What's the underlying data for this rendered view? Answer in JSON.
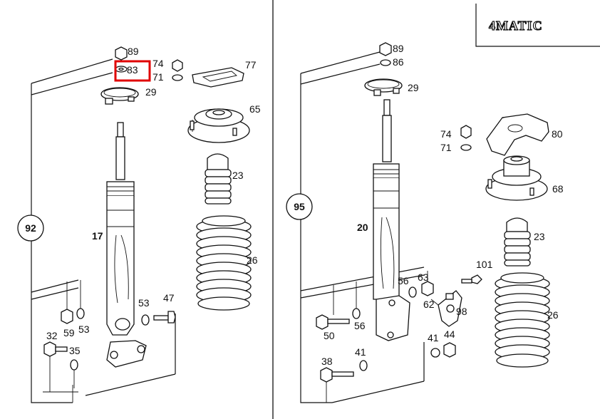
{
  "logo": {
    "text": "4MATIC"
  },
  "highlight_color": "#e00000",
  "left_panel": {
    "assembly_number": "92",
    "parts": {
      "p89": "89",
      "p83": "83",
      "p29": "29",
      "p74": "74",
      "p71": "71",
      "p77": "77",
      "p65": "65",
      "p23": "23",
      "p26": "26",
      "p17": "17",
      "p53a": "53",
      "p47": "47",
      "p59": "59",
      "p53b": "53",
      "p32": "32",
      "p35": "35"
    }
  },
  "right_panel": {
    "assembly_number": "95",
    "parts": {
      "p89": "89",
      "p86": "86",
      "p29": "29",
      "p74": "74",
      "p71": "71",
      "p80": "80",
      "p68": "68",
      "p23": "23",
      "p26": "26",
      "p20": "20",
      "p56a": "56",
      "p63": "63",
      "p101": "101",
      "p62": "62",
      "p98": "98",
      "p50": "50",
      "p56b": "56",
      "p41a": "41",
      "p44": "44",
      "p38": "38",
      "p41b": "41"
    }
  }
}
